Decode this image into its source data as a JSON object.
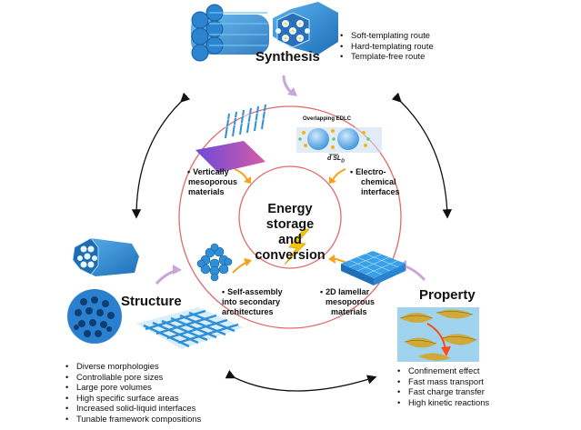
{
  "center": {
    "title_line1": "Energy storage",
    "title_line2": "and conversion"
  },
  "synthesis": {
    "title": "Synthesis",
    "routes": [
      "Soft-templating route",
      "Hard-templating route",
      "Template-free route"
    ]
  },
  "structure": {
    "title": "Structure",
    "features": [
      "Diverse morphologies",
      "Controllable pore sizes",
      "Large pore volumes",
      "High specific surface areas",
      "Increased solid-liquid interfaces",
      "Tunable framework compositions"
    ]
  },
  "property": {
    "title": "Property",
    "features": [
      "Confinement effect",
      "Fast mass transport",
      "Fast charge transfer",
      "High kinetic reactions"
    ]
  },
  "inner_labels": {
    "vertical": [
      "Vertically",
      "mesoporous",
      "materials"
    ],
    "electro": [
      "Electro-",
      "chemical",
      "interfaces"
    ],
    "selfassembly": [
      "Self-assembly",
      "into secondary",
      "architectures"
    ],
    "lamellar": [
      "2D lamellar",
      "mesoporous",
      "materials"
    ],
    "bullet": "•"
  },
  "edlc": {
    "title": "Overlapping EDLC",
    "d_label": "d",
    "sl_label": "SL",
    "sl_sub": "D"
  },
  "colors": {
    "ring": "#e06a6a",
    "arrow_pink": "#c9a6d9",
    "arrow_black": "#111111",
    "blue": "#2f8fd6",
    "lightning": "#f2c511"
  },
  "icons": [
    "lightning-icon",
    "rods-bundle-icon",
    "hexagonal-column-icon",
    "mesoporous-sphere-icon",
    "mesh-sheet-icon",
    "lamellar-grid-icon",
    "cluster-sphere-icon",
    "vertical-array-icon",
    "edlc-icon",
    "confinement-icon"
  ]
}
